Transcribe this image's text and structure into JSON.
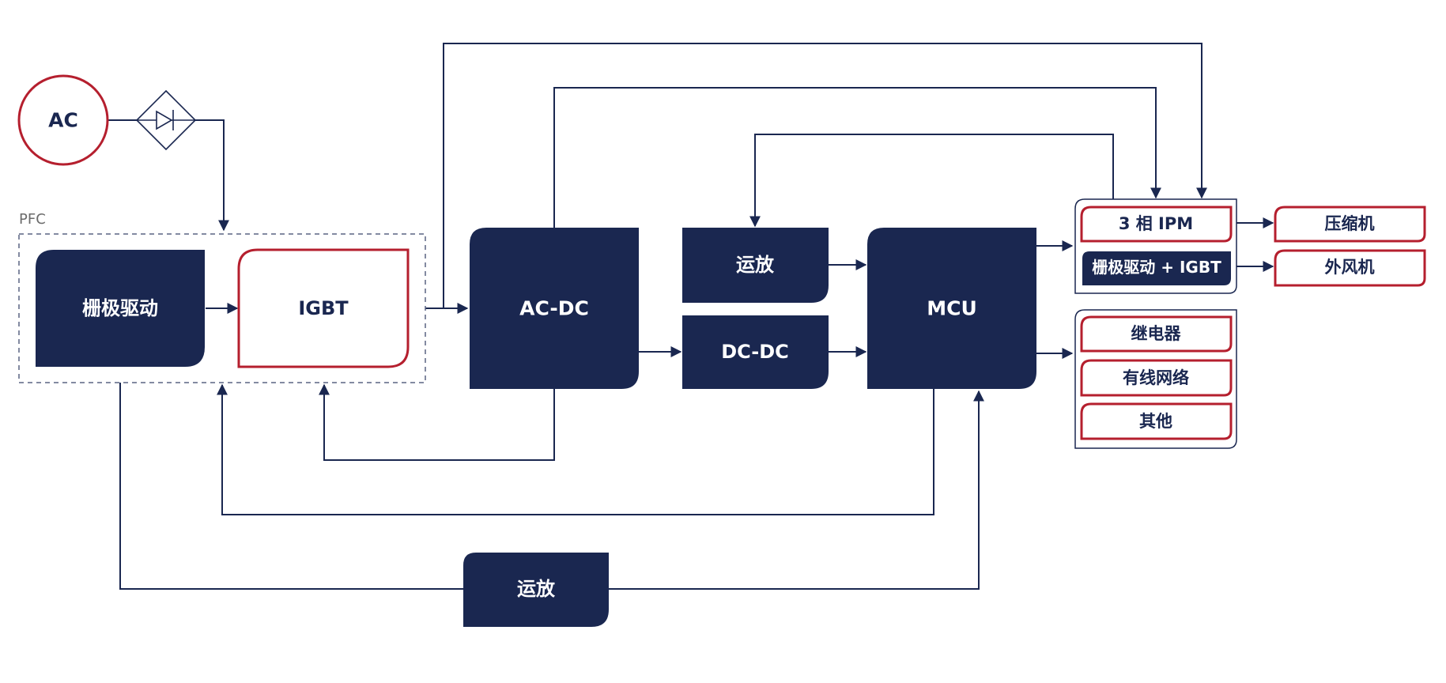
{
  "colors": {
    "navy": "#1a2750",
    "red": "#b51f2e",
    "line": "#1a2750",
    "dashed": "#5a6482",
    "pfc_label": "#6b6b6b",
    "white": "#ffffff"
  },
  "nodes": {
    "ac": "AC",
    "pfc": "PFC",
    "gate_drive": "栅极驱动",
    "igbt": "IGBT",
    "acdc": "AC-DC",
    "opamp_top": "运放",
    "dcdc": "DC-DC",
    "mcu": "MCU",
    "ipm": "3 相 IPM",
    "gate_igbt": "栅极驱动 + IGBT",
    "compressor": "压缩机",
    "fan": "外风机",
    "relay": "继电器",
    "wired_network": "有线网络",
    "other": "其他",
    "opamp_bottom": "运放"
  },
  "icons": {
    "rectifier": "bridge-rectifier-icon"
  }
}
